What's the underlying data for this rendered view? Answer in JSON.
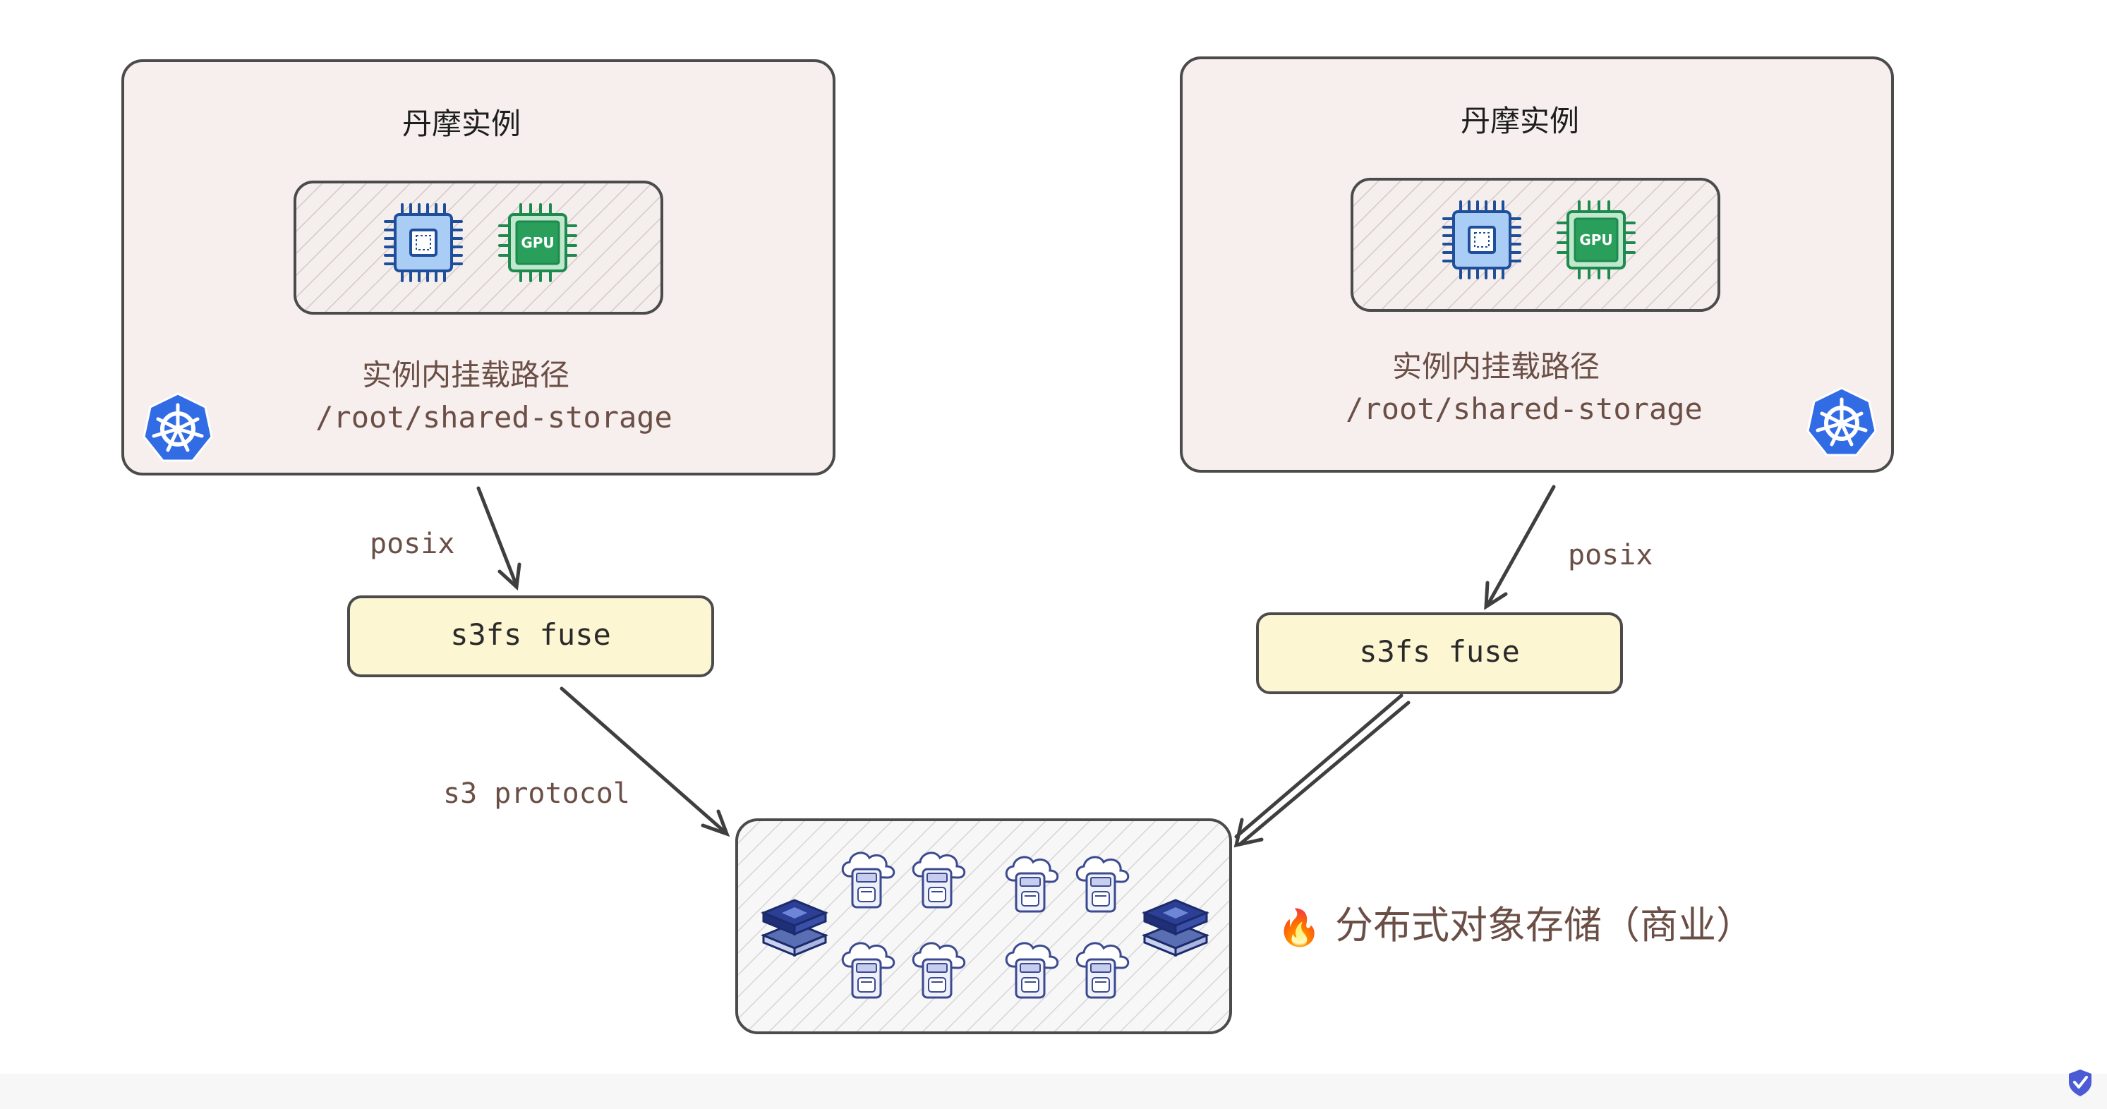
{
  "instances": [
    {
      "title": "丹摩实例",
      "mount_label": "实例内挂载路径",
      "mount_path": "/root/shared-storage",
      "gpu_label": "GPU",
      "edge_label": "posix"
    },
    {
      "title": "丹摩实例",
      "mount_label": "实例内挂载路径",
      "mount_path": "/root/shared-storage",
      "gpu_label": "GPU",
      "edge_label": "posix"
    }
  ],
  "fuse": [
    {
      "label": "s3fs fuse"
    },
    {
      "label": "s3fs fuse"
    }
  ],
  "protocol_label": "s3 protocol",
  "storage": {
    "fire_emoji": "🔥",
    "label": "分布式对象存储（商业）"
  },
  "icons": {
    "kubernetes": "kubernetes-icon",
    "cpu": "cpu-icon",
    "gpu": "gpu-icon",
    "server": "server-stack-icon",
    "disk": "cloud-disk-icon",
    "shield": "shield-check-icon"
  },
  "colors": {
    "instance_fill": "#f6efee",
    "instance_stroke": "#4b4b4b",
    "fuse_fill": "#fcf6d3",
    "hatch": "#d9c8c6",
    "k8s_blue": "#326ce5",
    "cpu_blue": "#1b67c6",
    "gpu_green": "#22a061",
    "text_brown": "#6b4f46"
  }
}
